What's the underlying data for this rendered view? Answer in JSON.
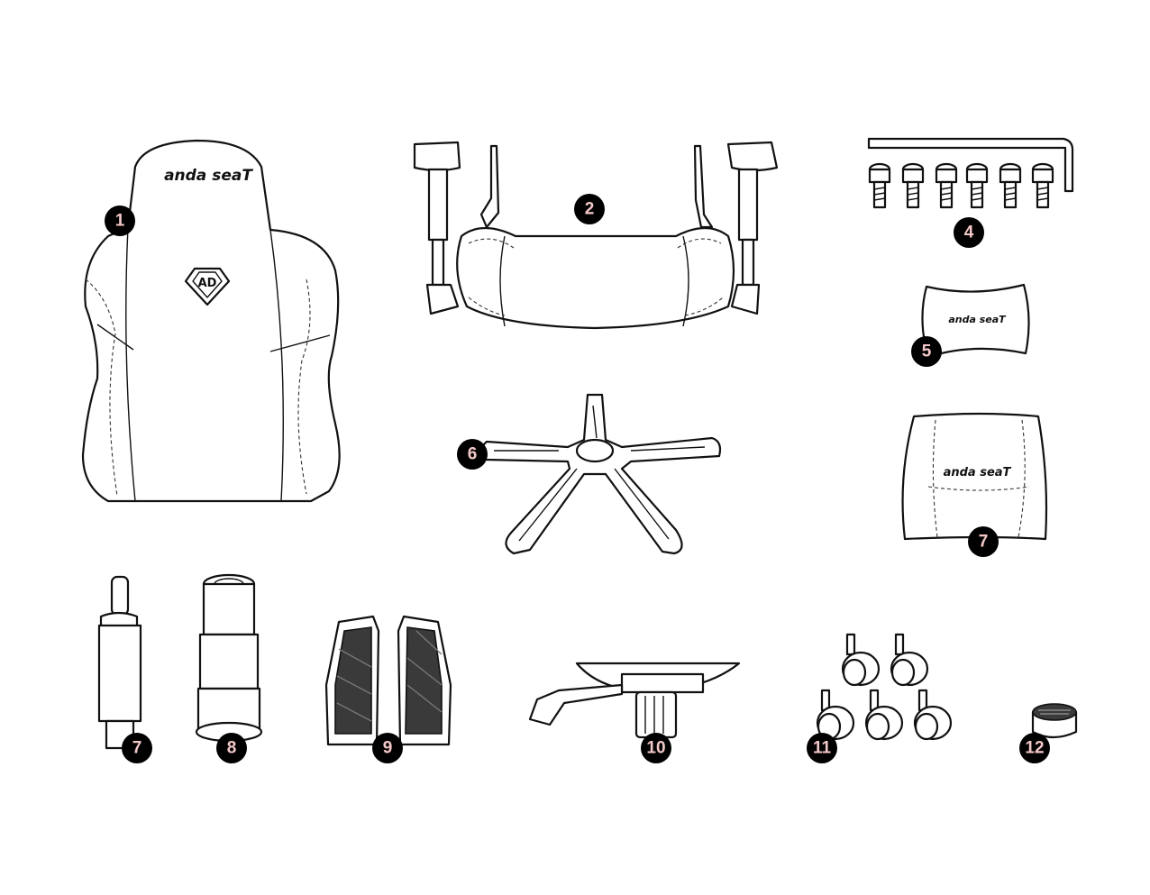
{
  "brand": {
    "wordmark": "anda seaT",
    "emblem": "AD",
    "emblem_icon": "anda-seat-emblem-icon"
  },
  "colors": {
    "outline": "#111111",
    "badge": "#000000",
    "badge_text": "#f4c8c8",
    "background": "#ffffff"
  },
  "parts": [
    {
      "number": "1",
      "icon": "backrest-icon"
    },
    {
      "number": "2",
      "icon": "seat-with-armrests-icon"
    },
    {
      "number": "4",
      "icon": "screws-and-hex-key-icon"
    },
    {
      "number": "5",
      "icon": "headrest-pillow-icon"
    },
    {
      "number": "6",
      "icon": "five-star-base-icon"
    },
    {
      "number": "7",
      "icon": "lumbar-pillow-icon"
    },
    {
      "number": "7",
      "icon": "gas-lift-cylinder-icon"
    },
    {
      "number": "8",
      "icon": "cylinder-cover-icon"
    },
    {
      "number": "9",
      "icon": "side-covers-icon"
    },
    {
      "number": "10",
      "icon": "tilt-mechanism-icon"
    },
    {
      "number": "11",
      "icon": "casters-icon"
    },
    {
      "number": "12",
      "icon": "cap-icon"
    }
  ]
}
